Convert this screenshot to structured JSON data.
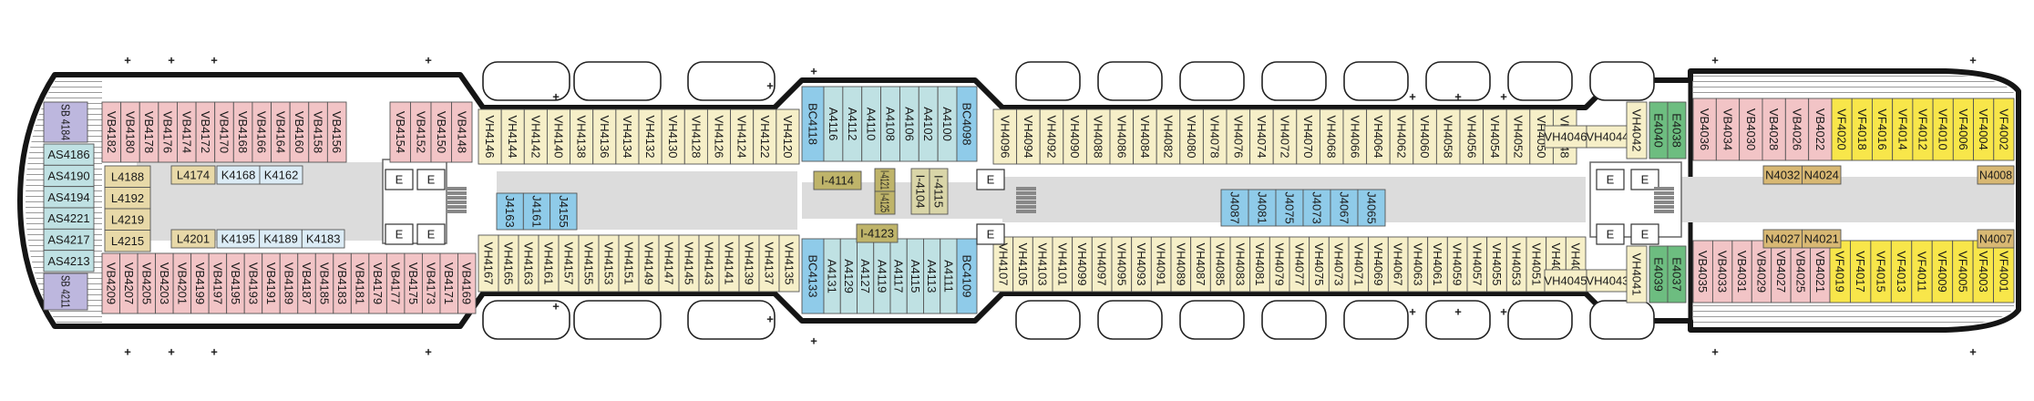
{
  "colors": {
    "hull": "#151515",
    "corridor": "#dcdcdc",
    "deck_plank": "#c9c9c9",
    "pink": "#f2c4c6",
    "cream": "#f6efc8",
    "blue": "#8fcbe9",
    "teal": "#bfe1e3",
    "lavender": "#bdb7de",
    "yellow": "#f8e64a",
    "green": "#6dbd80",
    "olive": "#bfb46a",
    "tan": "#d8b873",
    "lightblue": "#dcecf6",
    "beige": "#e8d9a8",
    "lightolive": "#d9d5a8"
  },
  "sections": [
    {
      "id": "fwd-suites-top",
      "color": "lavender",
      "font": 12,
      "rot": 90,
      "labels": [
        "SB 4184"
      ]
    },
    {
      "id": "fwd-suites-left",
      "color": "teal",
      "font": 13,
      "rot": 0,
      "labels": [
        "AS4186",
        "AS4190",
        "AS4194",
        "AS4221",
        "AS4217",
        "AS4213"
      ]
    },
    {
      "id": "fwd-suites-bottom",
      "color": "lavender",
      "font": 12,
      "rot": 90,
      "labels": [
        "SB 4211"
      ]
    },
    {
      "id": "vb-fwd-top",
      "color": "pink",
      "font": 12,
      "rot": 90,
      "labels": [
        "VB4182",
        "VB4180",
        "VB4178",
        "VB4176",
        "VB4174",
        "VB4172",
        "VB4170",
        "VB4168",
        "VB4166",
        "VB4164",
        "VB4160",
        "VB4158",
        "VB4156"
      ]
    },
    {
      "id": "vb-fwd-top2",
      "color": "pink",
      "font": 12,
      "rot": 90,
      "labels": [
        "VB4154",
        "VB4152",
        "VB4150",
        "VB4148"
      ]
    },
    {
      "id": "vb-fwd-bot",
      "color": "pink",
      "font": 12,
      "rot": 90,
      "labels": [
        "VB4209",
        "VB4207",
        "VB4205",
        "VB4203",
        "VB4201",
        "VB4199",
        "VB4197",
        "VB4195",
        "VB4193",
        "VB4191",
        "VB4189",
        "VB4187",
        "VB4185",
        "VB4183",
        "VB4181",
        "VB4179",
        "VB4177",
        "VB4175",
        "VB4173",
        "VB4171",
        "VB4169"
      ]
    },
    {
      "id": "l-inner-col",
      "color": "beige",
      "font": 13,
      "rot": 0,
      "labels": [
        "L4188",
        "L4192",
        "L4219",
        "L4215"
      ]
    },
    {
      "id": "l-inner-top",
      "color": "beige",
      "font": 13,
      "rot": 0,
      "labels": [
        "L4174"
      ]
    },
    {
      "id": "k-inner-top",
      "color": "lightblue",
      "font": 13,
      "rot": 0,
      "labels": [
        "K4168",
        "K4162"
      ]
    },
    {
      "id": "l-inner-bot",
      "color": "beige",
      "font": 13,
      "rot": 0,
      "labels": [
        "L4201"
      ]
    },
    {
      "id": "k-inner-bot",
      "color": "lightblue",
      "font": 13,
      "rot": 0,
      "labels": [
        "K4195",
        "K4189",
        "K4183"
      ]
    },
    {
      "id": "vh-mid-top",
      "color": "cream",
      "font": 12,
      "rot": 90,
      "labels": [
        "VH4146",
        "VH4144",
        "VH4142",
        "VH4140",
        "VH4138",
        "VH4136",
        "VH4134",
        "VH4132",
        "VH4130",
        "VH4128",
        "VH4126",
        "VH4124",
        "VH4122",
        "VH4120"
      ]
    },
    {
      "id": "vh-mid-bot",
      "color": "cream",
      "font": 12,
      "rot": 90,
      "labels": [
        "VH4167",
        "VH4165",
        "VH4163",
        "VH4161",
        "VH4157",
        "VH4155",
        "VH4153",
        "VH4151",
        "VH4149",
        "VH4147",
        "VH4145",
        "VH4143",
        "VH4141",
        "VH4139",
        "VH4137",
        "VH4135"
      ]
    },
    {
      "id": "j-mid",
      "color": "blue",
      "font": 12,
      "rot": 90,
      "labels": [
        "J4163",
        "J4161",
        "J4155"
      ]
    },
    {
      "id": "bc-top-a",
      "color": "blue",
      "font": 12,
      "rot": 90,
      "labels": [
        "BC4118"
      ]
    },
    {
      "id": "a-top",
      "color": "teal",
      "font": 12,
      "rot": 90,
      "labels": [
        "A4116",
        "A4112",
        "A4110",
        "A4108",
        "A4106",
        "A4102",
        "A4100"
      ]
    },
    {
      "id": "bc-top-b",
      "color": "blue",
      "font": 12,
      "rot": 90,
      "labels": [
        "BC4098"
      ]
    },
    {
      "id": "bc-bot-a",
      "color": "blue",
      "font": 12,
      "rot": 90,
      "labels": [
        "BC4133"
      ]
    },
    {
      "id": "a-bot",
      "color": "teal",
      "font": 12,
      "rot": 90,
      "labels": [
        "A4131",
        "A4129",
        "A4127",
        "A4119",
        "A4117",
        "A4115",
        "A4113",
        "A4111"
      ]
    },
    {
      "id": "bc-bot-b",
      "color": "blue",
      "font": 12,
      "rot": 90,
      "labels": [
        "BC4109"
      ]
    },
    {
      "id": "i-mid-1",
      "color": "olive",
      "font": 12,
      "rot": 0,
      "labels": [
        "I-4114"
      ]
    },
    {
      "id": "i-mid-2",
      "color": "olive",
      "font": 12,
      "rot": 90,
      "labels": [
        "I-4121",
        "I-4125"
      ]
    },
    {
      "id": "i-mid-3",
      "color": "lightolive",
      "font": 12,
      "rot": 90,
      "labels": [
        "I-4104",
        "I-4115"
      ]
    },
    {
      "id": "i-mid-4",
      "color": "olive",
      "font": 12,
      "rot": 0,
      "labels": [
        "I-4123"
      ]
    },
    {
      "id": "vh-aft-top",
      "color": "cream",
      "font": 12,
      "rot": 90,
      "labels": [
        "VH4096",
        "VH4094",
        "VH4092",
        "VH4090",
        "VH4088",
        "VH4086",
        "VH4084",
        "VH4082",
        "VH4080",
        "VH4078",
        "VH4076",
        "VH4074",
        "VH4072",
        "VH4070",
        "VH4068",
        "VH4066",
        "VH4064",
        "VH4062",
        "VH4060",
        "VH4058",
        "VH4056",
        "VH4054",
        "VH4052",
        "VH4050",
        "VH4048"
      ]
    },
    {
      "id": "vh-aft-bot",
      "color": "cream",
      "font": 12,
      "rot": 90,
      "labels": [
        "VH4107",
        "VH4105",
        "VH4103",
        "VH4101",
        "VH4099",
        "VH4097",
        "VH4095",
        "VH4093",
        "VH4091",
        "VH4089",
        "VH4087",
        "VH4085",
        "VH4083",
        "VH4081",
        "VH4079",
        "VH4077",
        "VH4075",
        "VH4073",
        "VH4071",
        "VH4069",
        "VH4067",
        "VH4063",
        "VH4061",
        "VH4059",
        "VH4057",
        "VH4055",
        "VH4053",
        "VH4051",
        "VH4049",
        "VH4047"
      ]
    },
    {
      "id": "j-aft",
      "color": "blue",
      "font": 12,
      "rot": 90,
      "labels": [
        "J4087",
        "J4081",
        "J4075",
        "J4073",
        "J4067",
        "J4065"
      ]
    },
    {
      "id": "vh-pair-top",
      "color": "cream",
      "font": 12,
      "rot": 0,
      "labels": [
        "VH4046",
        "VH4044"
      ]
    },
    {
      "id": "vh-pair-bot",
      "color": "cream",
      "font": 12,
      "rot": 0,
      "labels": [
        "VH4045",
        "VH4043"
      ]
    },
    {
      "id": "vh-single-top",
      "color": "cream",
      "font": 12,
      "rot": 90,
      "labels": [
        "VH4042"
      ]
    },
    {
      "id": "vh-single-bot",
      "color": "cream",
      "font": 12,
      "rot": 90,
      "labels": [
        "VH4041"
      ]
    },
    {
      "id": "e-top",
      "color": "green",
      "font": 12,
      "rot": 90,
      "labels": [
        "E4040",
        "E4038"
      ]
    },
    {
      "id": "e-bot",
      "color": "green",
      "font": 12,
      "rot": 90,
      "labels": [
        "E4039",
        "E4037"
      ]
    },
    {
      "id": "vb-aft-top",
      "color": "pink",
      "font": 12,
      "rot": 90,
      "labels": [
        "VB4036",
        "VB4034",
        "VB4030",
        "VB4028",
        "VB4026",
        "VB4022"
      ]
    },
    {
      "id": "vb-aft-bot",
      "color": "pink",
      "font": 12,
      "rot": 90,
      "labels": [
        "VB4035",
        "VB4033",
        "VB4031",
        "VB4029",
        "VB4027",
        "VB4025",
        "VB4021"
      ]
    },
    {
      "id": "vf-top",
      "color": "yellow",
      "font": 12,
      "rot": 90,
      "labels": [
        "VF4020",
        "VF4018",
        "VF4016",
        "VF4014",
        "VF4012",
        "VF4010",
        "VF4006",
        "VF4004",
        "VF4002"
      ]
    },
    {
      "id": "vf-bot",
      "color": "yellow",
      "font": 12,
      "rot": 90,
      "labels": [
        "VF4019",
        "VF4017",
        "VF4015",
        "VF4013",
        "VF4011",
        "VF4009",
        "VF4005",
        "VF4003",
        "VF4001"
      ]
    },
    {
      "id": "n-top-a",
      "color": "tan",
      "font": 13,
      "rot": 0,
      "labels": [
        "N4032",
        "N4024"
      ]
    },
    {
      "id": "n-top-b",
      "color": "tan",
      "font": 13,
      "rot": 0,
      "labels": [
        "N4008"
      ]
    },
    {
      "id": "n-bot-a",
      "color": "tan",
      "font": 13,
      "rot": 0,
      "labels": [
        "N4027",
        "N4021"
      ]
    },
    {
      "id": "n-bot-b",
      "color": "tan",
      "font": 13,
      "rot": 0,
      "labels": [
        "N4007"
      ]
    }
  ],
  "symbols": {
    "plus": "+",
    "stairs": "E"
  }
}
